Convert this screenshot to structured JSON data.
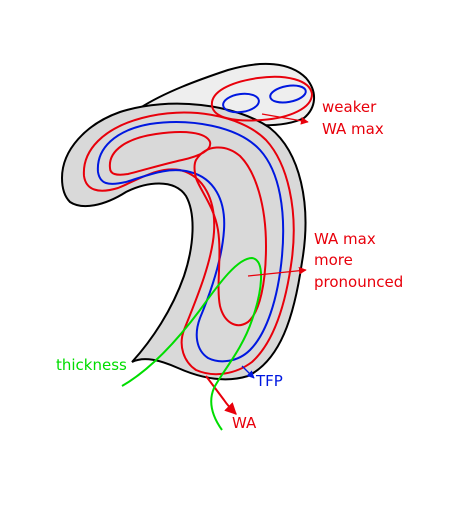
{
  "labels": {
    "weaker_line1": "weaker",
    "weaker_line2": "WA max",
    "pronounced_line1": "WA max",
    "pronounced_line2": "more",
    "pronounced_line3": "pronounced",
    "thickness": "thickness",
    "tfp": "TFP",
    "wa": "WA"
  },
  "colors": {
    "wa": "#e8000b",
    "tfp": "#0018e0",
    "thickness": "#00dd00",
    "shading": "#d9d9d9",
    "shading_light": "#eeeeee",
    "outline": "#000000"
  }
}
